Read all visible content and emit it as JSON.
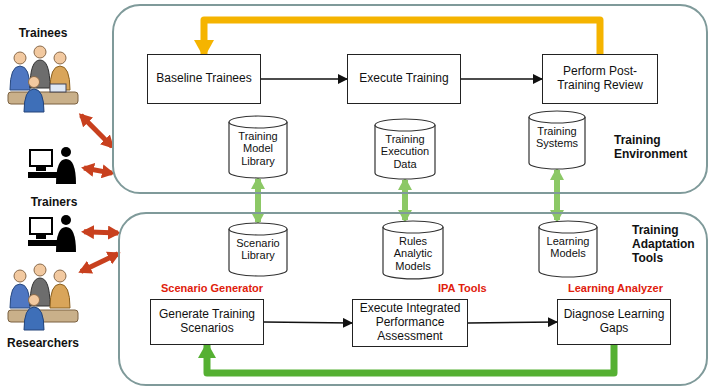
{
  "diagram": {
    "nodes": [
      {
        "text": [
          "Training Environment"
        ]
      },
      {
        "text": [
          "Baseline Trainees"
        ],
        "in": 0
      },
      {
        "text": [
          "Execute Training"
        ],
        "in": 0
      },
      {
        "text": [
          "Perform Post-Training Review"
        ],
        "in": 0
      },
      {
        "text": [
          "Training Model Library"
        ],
        "in": 0
      },
      {
        "text": [
          "Training Execution Data"
        ],
        "in": 0
      },
      {
        "text": [
          "Training Systems"
        ],
        "in": 0
      },
      {
        "text": [
          "Training Adaptation Tools"
        ]
      },
      {
        "text": [
          "Scenario Library"
        ],
        "in": 7
      },
      {
        "text": [
          "Rules Analytic Models"
        ],
        "in": 7
      },
      {
        "text": [
          "Learning Models"
        ],
        "in": 7
      },
      {
        "text": [
          "Scenario Generator",
          "Generate Training Scenarios"
        ],
        "in": 7
      },
      {
        "text": [
          "IPA Tools",
          "Execute Integrated Performance Assessment"
        ],
        "in": 7
      },
      {
        "text": [
          "Learning Analyzer",
          "Diagnose Learning Gaps"
        ],
        "in": 7
      },
      {
        "text": [
          "Trainees"
        ]
      },
      {
        "text": [
          "Trainers"
        ]
      },
      {
        "text": [
          "Researchers"
        ]
      }
    ],
    "edges": [
      {
        "from": 1,
        "to": 2,
        "arrow": "to"
      },
      {
        "from": 2,
        "to": 3,
        "arrow": "to"
      },
      {
        "from": 3,
        "to": 1,
        "arrow": "to"
      },
      {
        "from": 4,
        "to": 8,
        "arrow": "both"
      },
      {
        "from": 5,
        "to": 9,
        "arrow": "both"
      },
      {
        "from": 6,
        "to": 10,
        "arrow": "both"
      },
      {
        "from": 11,
        "to": 12,
        "arrow": "to"
      },
      {
        "from": 12,
        "to": 13,
        "arrow": "to"
      },
      {
        "from": 13,
        "to": 11,
        "arrow": "to"
      },
      {
        "from": 14,
        "to": 0,
        "arrow": "both"
      },
      {
        "from": 15,
        "to": 0,
        "arrow": "both"
      },
      {
        "from": 15,
        "to": 7,
        "arrow": "both"
      },
      {
        "from": 16,
        "to": 7,
        "arrow": "both"
      }
    ]
  }
}
